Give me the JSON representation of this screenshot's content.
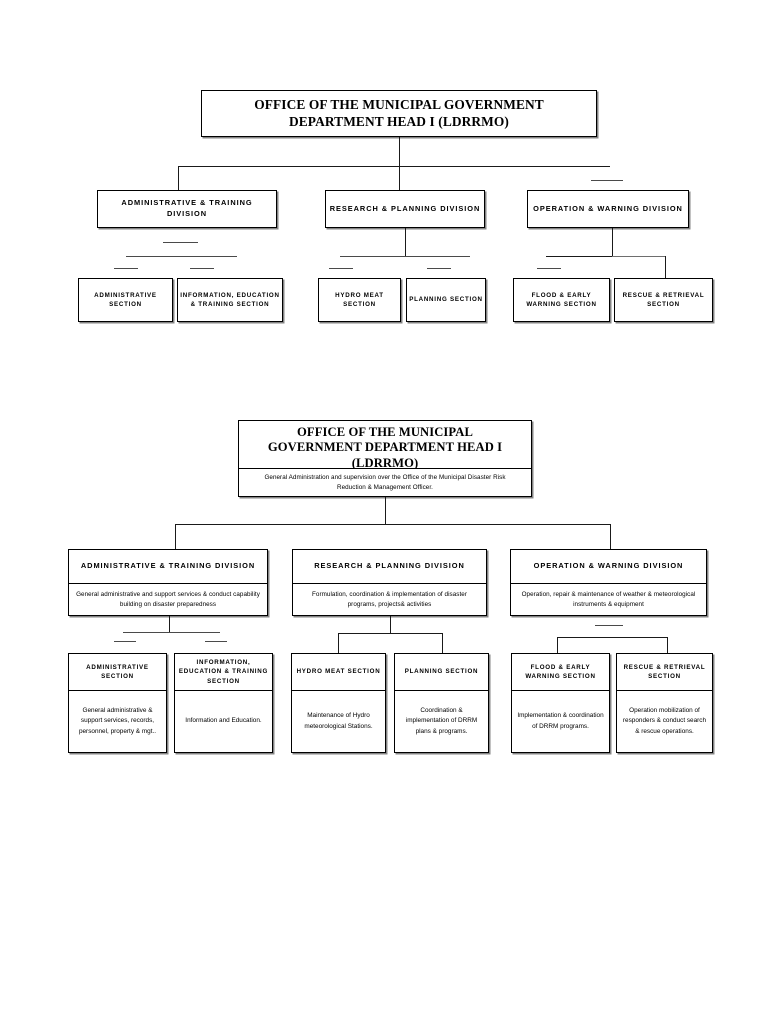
{
  "document": {
    "kind": "organizational-chart",
    "charts": 2
  },
  "chart_one": {
    "root": {
      "label": "OFFICE OF THE MUNICIPAL GOVERNMENT DEPARTMENT HEAD I (LDRRMO)",
      "line1": "OFFICE OF THE MUNICIPAL GOVERNMENT",
      "line2": "DEPARTMENT HEAD I (LDRRMO)"
    },
    "divisions": [
      {
        "label": "ADMINISTRATIVE & TRAINING DIVISION",
        "sections": [
          {
            "label": "ADMINISTRATIVE SECTION"
          },
          {
            "label": "INFORMATION, EDUCATION & TRAINING SECTION"
          }
        ]
      },
      {
        "label": "RESEARCH & PLANNING DIVISION",
        "sections": [
          {
            "label": "HYDRO MEAT SECTION"
          },
          {
            "label": "PLANNING SECTION"
          }
        ]
      },
      {
        "label": "OPERATION & WARNING DIVISION",
        "sections": [
          {
            "label": "FLOOD & EARLY WARNING SECTION"
          },
          {
            "label": "RESCUE & RETRIEVAL SECTION"
          }
        ]
      }
    ]
  },
  "chart_two": {
    "root": {
      "line1": "OFFICE OF THE MUNICIPAL",
      "line2": "GOVERNMENT DEPARTMENT HEAD I",
      "line3": "(LDRRMO)",
      "description": "General Administration and supervision over the Office of the Municipal Disaster Risk Reduction & Management Officer."
    },
    "divisions": [
      {
        "label": "ADMINISTRATIVE & TRAINING DIVISION",
        "description": "General administrative and support services & conduct capability building on disaster preparedness",
        "sections": [
          {
            "label": "ADMINISTRATIVE SECTION",
            "description": "General administrative & support services, records, personnel, property & mgt.."
          },
          {
            "label": "INFORMATION, EDUCATION & TRAINING SECTION",
            "description": "Information and Education."
          }
        ]
      },
      {
        "label": "RESEARCH & PLANNING DIVISION",
        "description": "Formulation, coordination & implementation of disaster programs, projects& activities",
        "sections": [
          {
            "label": "HYDRO MEAT SECTION",
            "description": "Maintenance of Hydro meteorological Stations."
          },
          {
            "label": "PLANNING SECTION",
            "description": "Coordination & implementation of DRRM plans & programs."
          }
        ]
      },
      {
        "label": "OPERATION & WARNING DIVISION",
        "description": "Operation, repair & maintenance of weather & meteorological instruments & equipment",
        "sections": [
          {
            "label": "FLOOD & EARLY WARNING SECTION",
            "description": "Implementation & coordination of DRRM programs."
          },
          {
            "label": "RESCUE & RETRIEVAL SECTION",
            "description": "Operation mobilization of responders & conduct search & rescue operations."
          }
        ]
      }
    ]
  },
  "colors": {
    "line": "#1a1a1a",
    "border": "#000000",
    "background": "#ffffff",
    "shadow": "#6e6e6e"
  }
}
